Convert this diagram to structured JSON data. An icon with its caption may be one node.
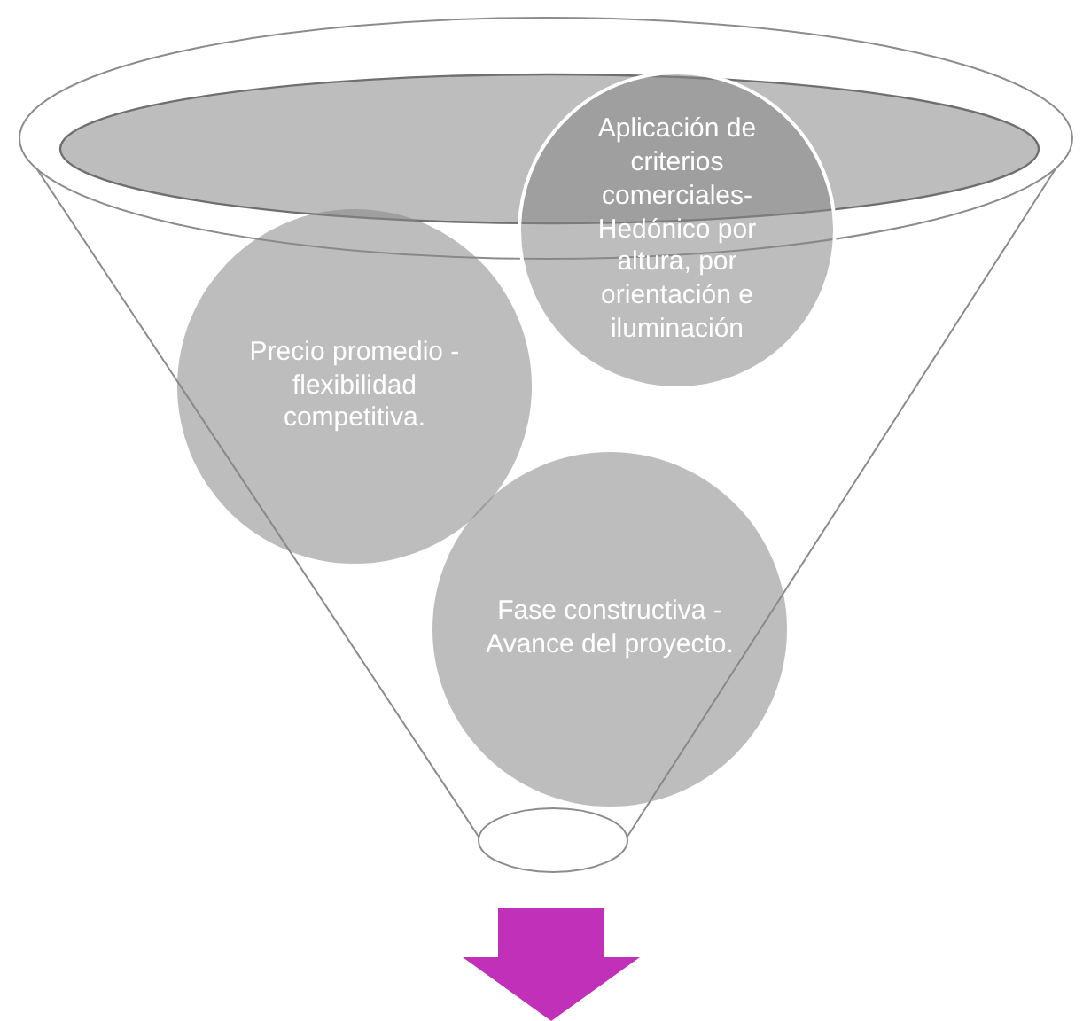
{
  "diagram": {
    "nodes": [
      {
        "text": [
          "Precio promedio - flexibilidad competitiva."
        ]
      },
      {
        "text": [
          "Aplicación de criterios comerciales- Hedónico por altura, por orientación e iluminación"
        ]
      },
      {
        "text": [
          "Fase constructiva - Avance del proyecto."
        ]
      }
    ],
    "edges": []
  }
}
